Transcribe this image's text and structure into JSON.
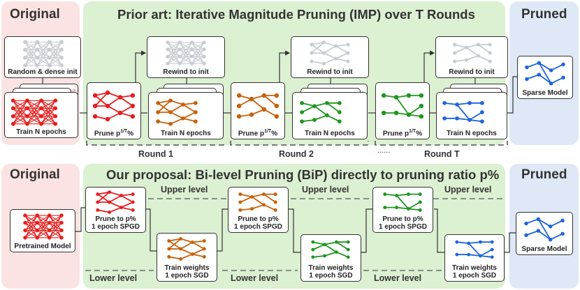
{
  "top": {
    "original_title": "Original",
    "title": "Prior art: Iterative Magnitude Pruning (IMP) over T Rounds",
    "pruned_title": "Pruned",
    "random_init": "Random & dense init",
    "train_n_epochs": "Train N epochs",
    "rewind": "Rewind to init",
    "prune_text": "Prune p",
    "prune_sup": "1/T",
    "prune_pct": "%",
    "sparse_model": "Sparse Model",
    "round1": "Round 1",
    "round2": "Round 2",
    "ellipsis": "......",
    "roundT": "Round T"
  },
  "bottom": {
    "original_title": "Original",
    "title": "Our proposal: Bi-level Pruning (BiP) directly to pruning ratio p%",
    "pruned_title": "Pruned",
    "pretrained": "Pretrained Model",
    "prune_line1": "Prune to p%",
    "prune_line2": "1 epoch SPGD",
    "train_line1": "Train weights",
    "train_line2": "1 epoch SGD",
    "upper": "Upper level",
    "lower": "Lower level",
    "sparse_model": "Sparse Model"
  },
  "colors": {
    "red": "#e61e1e",
    "orange": "#c8600a",
    "green": "#1e961e",
    "blue": "#1e64dc",
    "gray": "#c8ccd2",
    "panel_red": "#fbe3e3",
    "panel_green": "#dcf0d2",
    "panel_blue": "#dfe8f6"
  }
}
